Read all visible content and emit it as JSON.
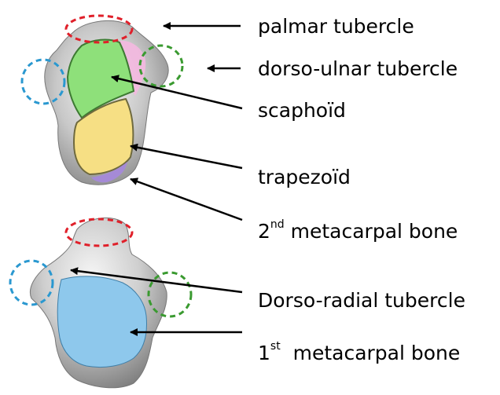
{
  "labels": {
    "palmar": "palmar tubercle",
    "dorso_ulnar": "dorso-ulnar tubercle",
    "scaphoid": "scaphoïd",
    "trapezoid": "trapezoïd",
    "meta2_num": "2",
    "meta2_sup": "nd",
    "meta2_text": "metacarpal bone",
    "dorso_radial": "Dorso-radial tubercle",
    "meta1_num": "1",
    "meta1_sup": "st",
    "meta1_text": "metacarpal bone"
  },
  "colors": {
    "scaphoid_facet": "#8ee07a",
    "dorso_ulnar_facet": "#f4b8e0",
    "trapezoid_facet": "#f6df84",
    "meta2_facet": "#a58ad6",
    "meta1_facet": "#8ec8ec",
    "palmar_marker": "#e0202a",
    "dorso_ulnar_marker": "#3a9a30",
    "dorso_radial_marker": "#2a98d0",
    "bone": "#c9c9c9"
  }
}
